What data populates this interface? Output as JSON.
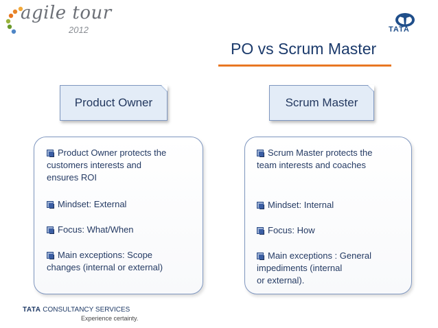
{
  "branding": {
    "event_name": "agile tour",
    "event_year": "2012",
    "company_logo_text": "TATA"
  },
  "slide": {
    "title": "PO vs Scrum Master"
  },
  "columns": [
    {
      "heading": "Product Owner",
      "bullets": [
        [
          "Product Owner protects the",
          "customers interests  and",
          "ensures ROI"
        ],
        [
          "Mindset: External"
        ],
        [
          "Focus: What/When"
        ],
        [
          "Main exceptions: Scope",
          "changes (internal or external)"
        ]
      ]
    },
    {
      "heading": "Scrum Master",
      "bullets": [
        [
          "Scrum Master protects the",
          "team interests and coaches"
        ],
        [
          "Mindset: Internal"
        ],
        [
          "Focus: How"
        ],
        [
          "Main exceptions : General",
          "impediments  (internal",
          "or external)."
        ]
      ]
    }
  ],
  "footer": {
    "company_bold": "TATA",
    "company_rest": "CONSULTANCY SERVICES",
    "tagline": "Experience certainty."
  },
  "colors": {
    "accent_orange": "#e87722",
    "navy_text": "#1b3a6b",
    "box_fill": "#e3ecf7"
  }
}
